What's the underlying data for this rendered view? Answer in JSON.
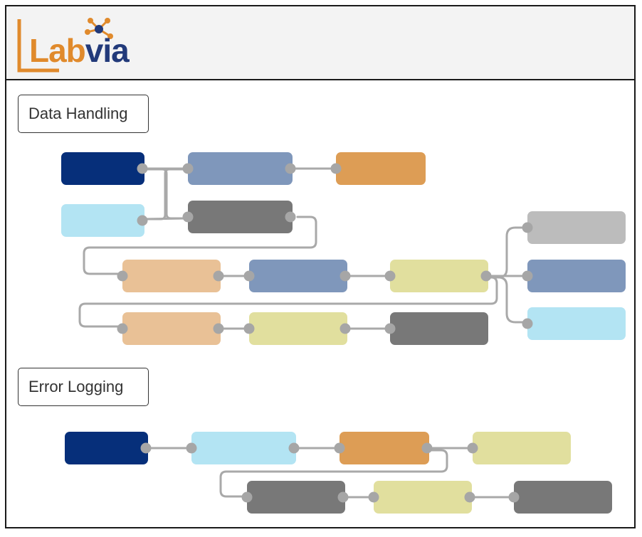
{
  "brand": {
    "name": "Labvia",
    "wordmark_first": "Lab",
    "wordmark_second": "via",
    "colors": {
      "orange": "#e08a2c",
      "navy": "#223a7a"
    }
  },
  "sections": [
    {
      "key": "data_handling",
      "label": "Data Handling"
    },
    {
      "key": "error_logging",
      "label": "Error Logging"
    }
  ],
  "palette": {
    "navy": "#062f7a",
    "steel": "#7f97bb",
    "orange": "#dd9d55",
    "light-blue": "#b3e4f3",
    "dark-gray": "#787878",
    "light-gray": "#bcbcbc",
    "peach": "#e9c196",
    "khaki": "#e1df9e",
    "port": "#a6a6a6",
    "wire": "#a9a9a9"
  },
  "nodes": [
    {
      "id": "dh-1",
      "color": "navy"
    },
    {
      "id": "dh-2",
      "color": "light-blue"
    },
    {
      "id": "dh-3",
      "color": "steel"
    },
    {
      "id": "dh-4",
      "color": "dark-gray"
    },
    {
      "id": "dh-5",
      "color": "orange"
    },
    {
      "id": "dh-6",
      "color": "peach"
    },
    {
      "id": "dh-7",
      "color": "steel"
    },
    {
      "id": "dh-8",
      "color": "khaki"
    },
    {
      "id": "dh-9",
      "color": "light-gray"
    },
    {
      "id": "dh-10",
      "color": "steel"
    },
    {
      "id": "dh-11",
      "color": "light-blue"
    },
    {
      "id": "dh-12",
      "color": "peach"
    },
    {
      "id": "dh-13",
      "color": "khaki"
    },
    {
      "id": "dh-14",
      "color": "dark-gray"
    },
    {
      "id": "el-1",
      "color": "navy"
    },
    {
      "id": "el-2",
      "color": "light-blue"
    },
    {
      "id": "el-3",
      "color": "orange"
    },
    {
      "id": "el-4",
      "color": "khaki"
    },
    {
      "id": "el-5",
      "color": "dark-gray"
    },
    {
      "id": "el-6",
      "color": "khaki"
    },
    {
      "id": "el-7",
      "color": "dark-gray"
    }
  ],
  "edges": [
    {
      "from": "dh-1",
      "to": "dh-3"
    },
    {
      "from": "dh-1",
      "to": "dh-4"
    },
    {
      "from": "dh-2",
      "to": "dh-3"
    },
    {
      "from": "dh-2",
      "to": "dh-4"
    },
    {
      "from": "dh-3",
      "to": "dh-5"
    },
    {
      "from": "dh-4",
      "to": "dh-6"
    },
    {
      "from": "dh-6",
      "to": "dh-7"
    },
    {
      "from": "dh-7",
      "to": "dh-8"
    },
    {
      "from": "dh-8",
      "to": "dh-9"
    },
    {
      "from": "dh-8",
      "to": "dh-10"
    },
    {
      "from": "dh-8",
      "to": "dh-11"
    },
    {
      "from": "dh-8",
      "to": "dh-12"
    },
    {
      "from": "dh-12",
      "to": "dh-13"
    },
    {
      "from": "dh-13",
      "to": "dh-14"
    },
    {
      "from": "el-1",
      "to": "el-2"
    },
    {
      "from": "el-2",
      "to": "el-3"
    },
    {
      "from": "el-3",
      "to": "el-4"
    },
    {
      "from": "el-3",
      "to": "el-5"
    },
    {
      "from": "el-5",
      "to": "el-6"
    },
    {
      "from": "el-6",
      "to": "el-7"
    }
  ]
}
